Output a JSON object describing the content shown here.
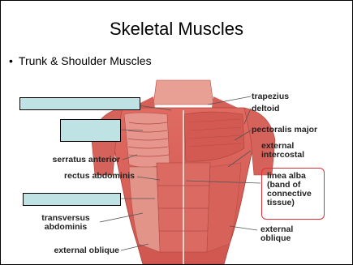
{
  "slide": {
    "title": "Skeletal Muscles",
    "bullet": "Trunk & Shoulder Muscles",
    "bullet_marker": "•"
  },
  "labels": {
    "trapezius": "trapezius",
    "deltoid": "deltoid",
    "pectoralis_major": "pectoralis major",
    "external_intercostal_1": "external",
    "external_intercostal_2": "intercostal",
    "linea_alba_1": "linea alba",
    "linea_alba_2": "(band of",
    "linea_alba_3": "connective",
    "linea_alba_4": "tissue)",
    "external_oblique_right_1": "external",
    "external_oblique_right_2": "oblique",
    "serratus_anterior": "serratus anterior",
    "rectus_abdominis": "rectus abdominis",
    "transversus_1": "transversus",
    "transversus_2": "abdominis",
    "external_oblique_left": "external oblique"
  },
  "colors": {
    "answer_box_fill": "#bfe3e5",
    "highlight_border": "#e0303a",
    "muscle": "#d9605a",
    "muscle_light": "#eba59c"
  }
}
